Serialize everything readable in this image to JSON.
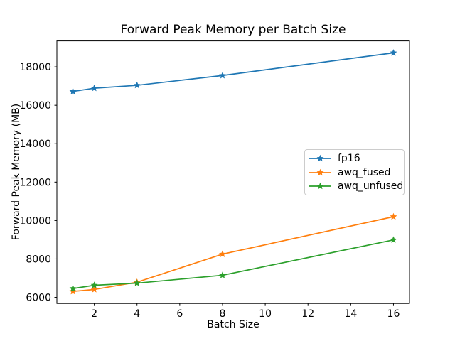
{
  "figure": {
    "background": "#ffffff",
    "axis_color": "#000000",
    "text_color": "#000000",
    "legend_border_color": "#cccccc"
  },
  "chart_data": {
    "type": "line",
    "title": "Forward Peak Memory per Batch Size",
    "xlabel": "Batch Size",
    "ylabel": "Forward Peak Memory (MB)",
    "x": [
      1,
      2,
      4,
      8,
      16
    ],
    "series": [
      {
        "name": "fp16",
        "color": "#1f77b4",
        "marker": "star",
        "values": [
          16720,
          16890,
          17040,
          17550,
          18730
        ]
      },
      {
        "name": "awq_fused",
        "color": "#ff7f0e",
        "marker": "star",
        "values": [
          6310,
          6410,
          6790,
          8250,
          10200
        ]
      },
      {
        "name": "awq_unfused",
        "color": "#2ca02c",
        "marker": "star",
        "values": [
          6460,
          6630,
          6740,
          7150,
          8990
        ]
      }
    ],
    "xticks": [
      2,
      4,
      6,
      8,
      10,
      12,
      14,
      16
    ],
    "yticks": [
      6000,
      8000,
      10000,
      12000,
      14000,
      16000,
      18000
    ],
    "xlim": [
      0.25,
      16.75
    ],
    "ylim": [
      5680,
      19350
    ],
    "grid": false,
    "legend": {
      "position": "center-right",
      "entries": [
        "fp16",
        "awq_fused",
        "awq_unfused"
      ]
    }
  }
}
